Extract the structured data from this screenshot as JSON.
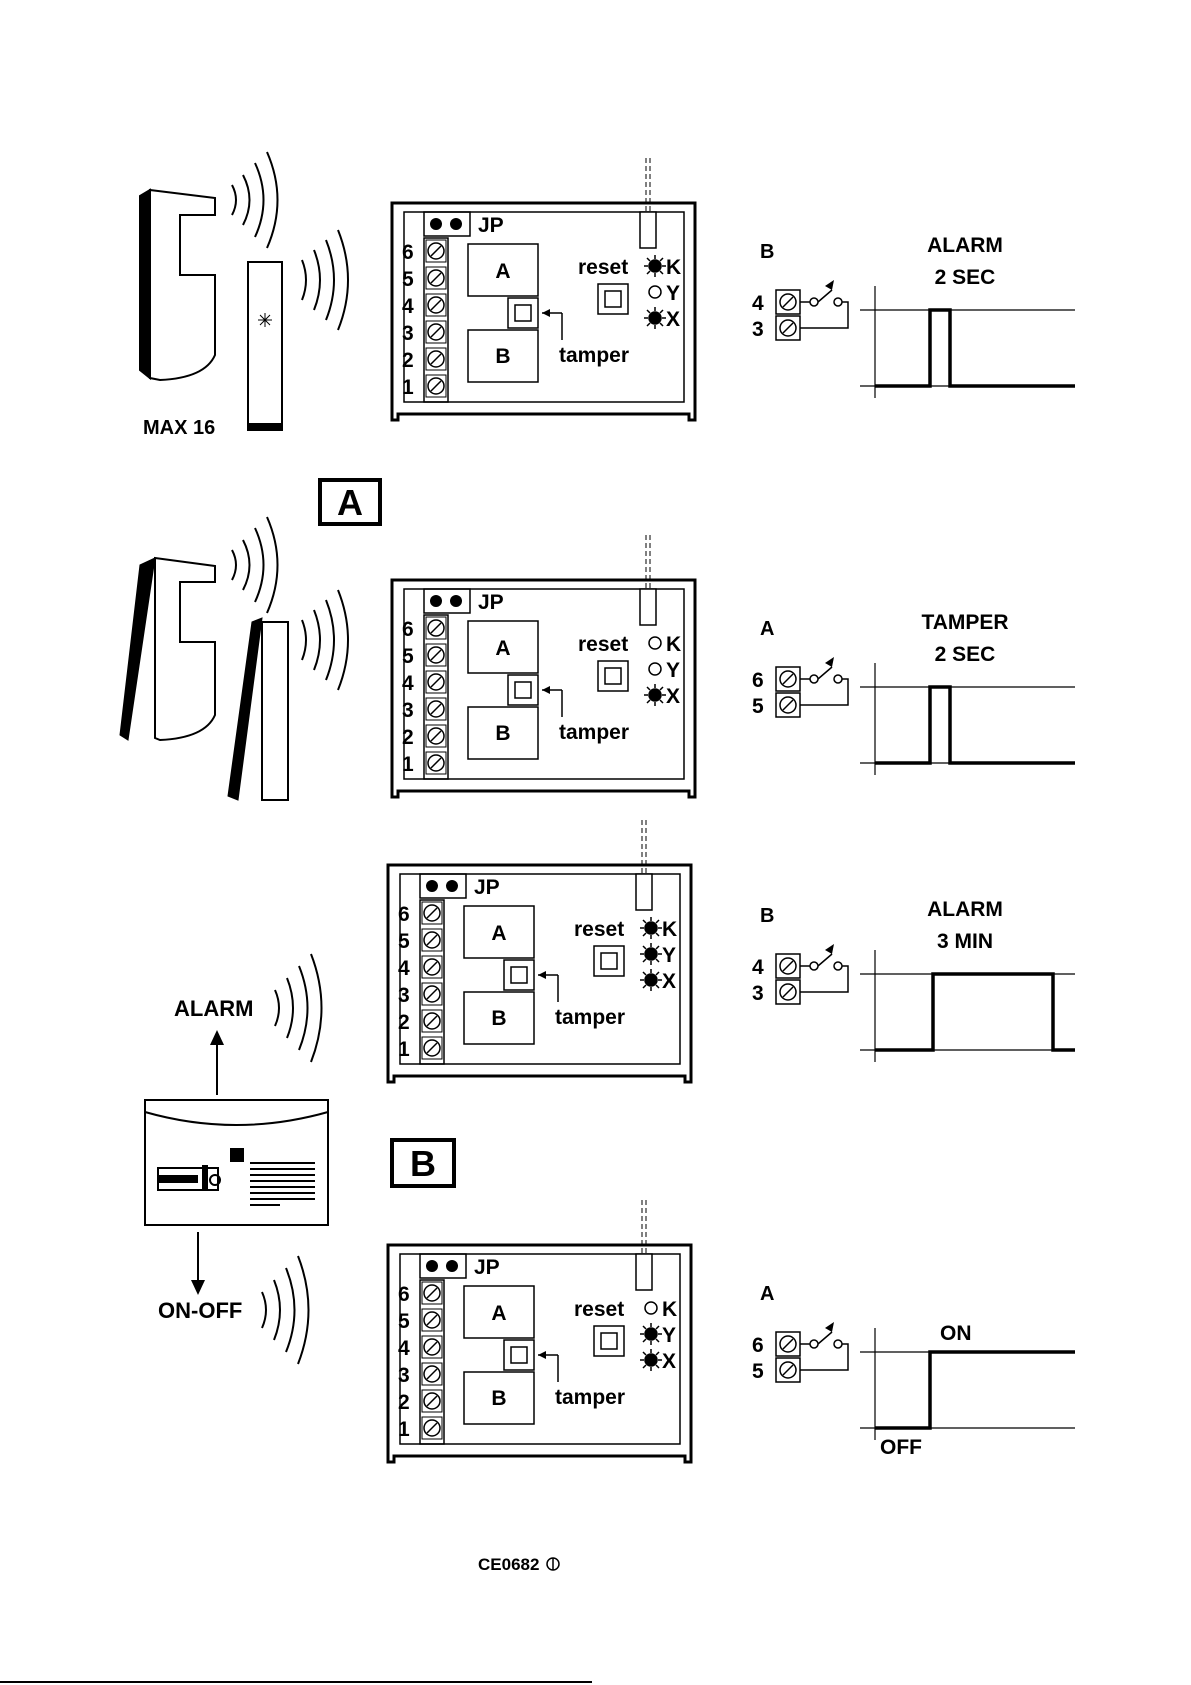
{
  "section_a": {
    "label": "A",
    "max_label": "MAX 16",
    "panels": [
      {
        "jp": "JP",
        "box_a": "A",
        "box_b": "B",
        "reset": "reset",
        "tamper": "tamper",
        "terminals": [
          "6",
          "5",
          "4",
          "3",
          "2",
          "1"
        ],
        "leds": [
          {
            "label": "K",
            "lit": true
          },
          {
            "label": "Y",
            "lit": false
          },
          {
            "label": "X",
            "lit": true
          }
        ],
        "output": {
          "letter": "B",
          "terms": [
            "4",
            "3"
          ]
        },
        "signal": {
          "title1": "ALARM",
          "title2": "2 SEC",
          "kind": "pulse"
        }
      },
      {
        "jp": "JP",
        "box_a": "A",
        "box_b": "B",
        "reset": "reset",
        "tamper": "tamper",
        "terminals": [
          "6",
          "5",
          "4",
          "3",
          "2",
          "1"
        ],
        "leds": [
          {
            "label": "K",
            "lit": false
          },
          {
            "label": "Y",
            "lit": false
          },
          {
            "label": "X",
            "lit": true
          }
        ],
        "output": {
          "letter": "A",
          "terms": [
            "6",
            "5"
          ]
        },
        "signal": {
          "title1": "TAMPER",
          "title2": "2 SEC",
          "kind": "pulse"
        }
      }
    ]
  },
  "section_b": {
    "label": "B",
    "remote_alarm": "ALARM",
    "remote_onoff": "ON-OFF",
    "panels": [
      {
        "jp": "JP",
        "box_a": "A",
        "box_b": "B",
        "reset": "reset",
        "tamper": "tamper",
        "terminals": [
          "6",
          "5",
          "4",
          "3",
          "2",
          "1"
        ],
        "leds": [
          {
            "label": "K",
            "lit": true
          },
          {
            "label": "Y",
            "lit": true
          },
          {
            "label": "X",
            "lit": true
          }
        ],
        "output": {
          "letter": "B",
          "terms": [
            "4",
            "3"
          ]
        },
        "signal": {
          "title1": "ALARM",
          "title2": "3 MIN",
          "kind": "long"
        }
      },
      {
        "jp": "JP",
        "box_a": "A",
        "box_b": "B",
        "reset": "reset",
        "tamper": "tamper",
        "terminals": [
          "6",
          "5",
          "4",
          "3",
          "2",
          "1"
        ],
        "leds": [
          {
            "label": "K",
            "lit": false
          },
          {
            "label": "Y",
            "lit": true
          },
          {
            "label": "X",
            "lit": true
          }
        ],
        "output": {
          "letter": "A",
          "terms": [
            "6",
            "5"
          ]
        },
        "signal": {
          "on_label": "ON",
          "off_label": "OFF",
          "kind": "step"
        }
      }
    ]
  },
  "footer": {
    "cert": "CE0682"
  }
}
